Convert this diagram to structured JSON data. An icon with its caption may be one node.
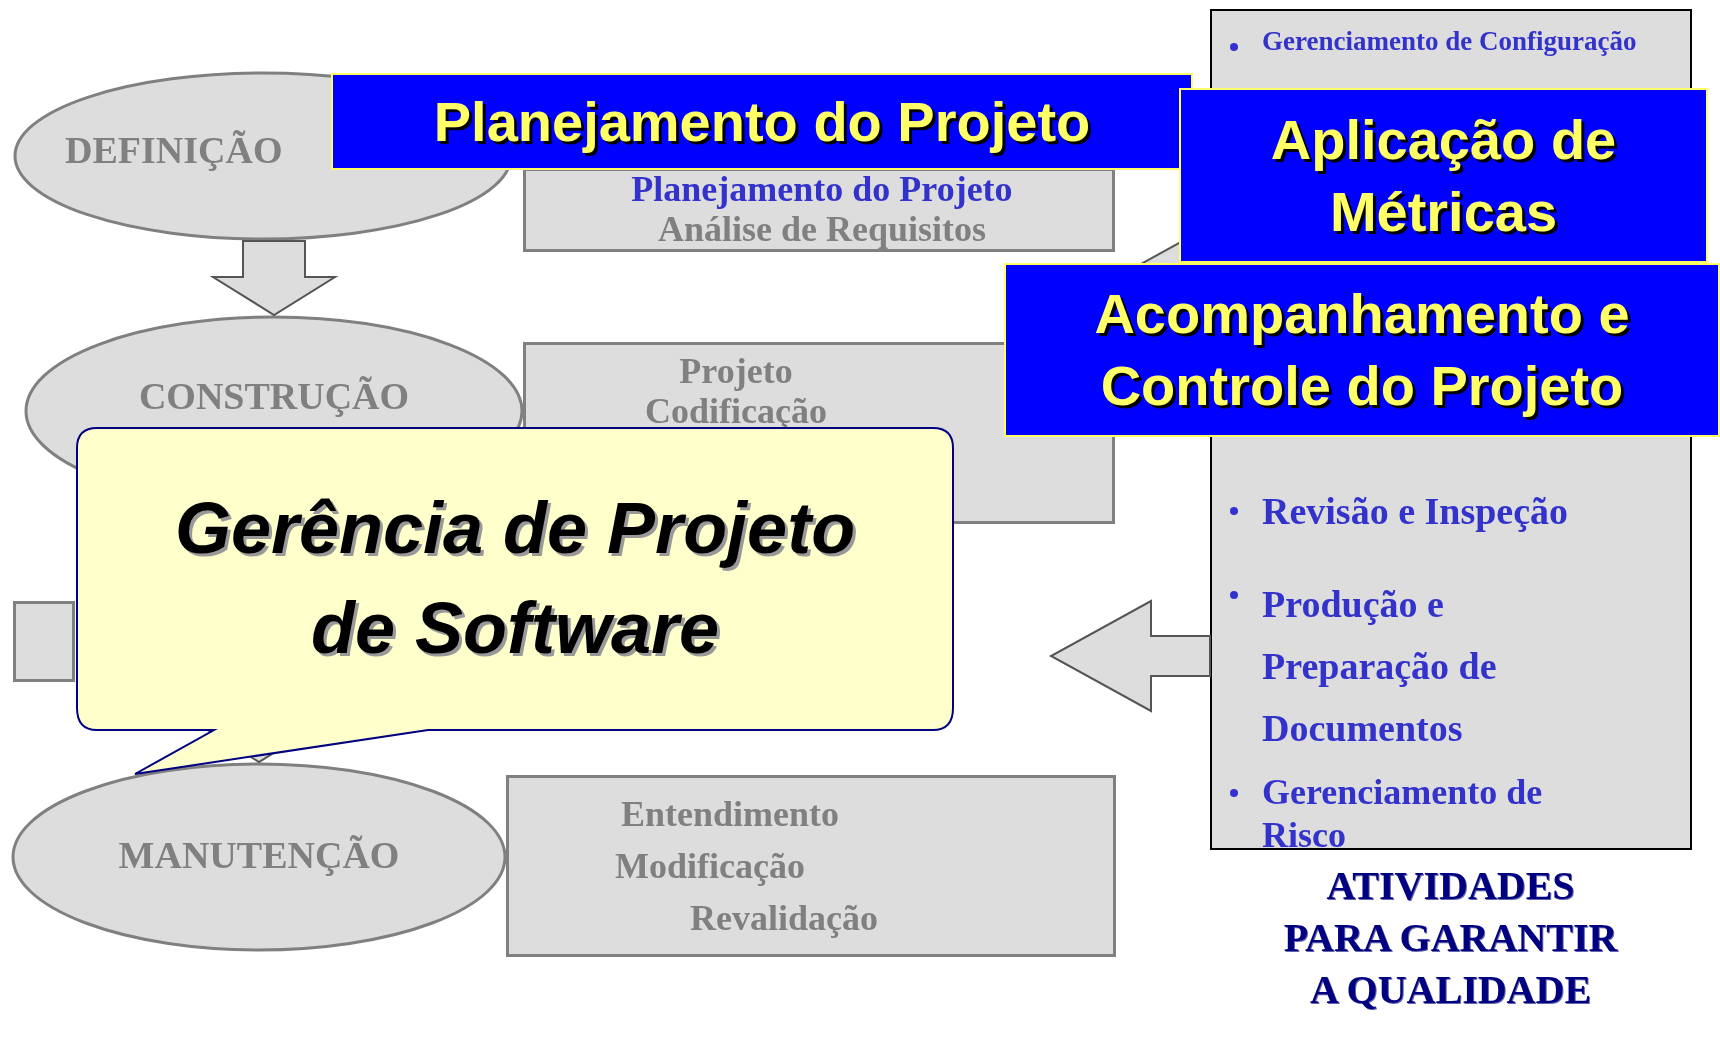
{
  "diagram": {
    "nodes": [
      {
        "text": [
          "DEFINIÇÃO"
        ]
      },
      {
        "text": [
          "Planejamento do Projeto",
          "Análise de Requisitos"
        ]
      },
      {
        "text": [
          "Gerenciamento de Configuração",
          "Revisão e Inspeção",
          "Produção e Preparação de Documentos",
          "Gerenciamento de Risco"
        ],
        "beside": [
          "ATIVIDADES PARA GARANTIR A QUALIDADE"
        ]
      },
      {
        "text": [
          "Planejamento do Projeto"
        ]
      },
      {
        "text": [
          "Aplicação de Métricas"
        ]
      },
      {
        "text": [
          "Acompanhamento e Controle do Projeto"
        ]
      },
      {
        "text": [
          "CONSTRUÇÃO"
        ]
      },
      {
        "text": [
          "Projeto",
          "Codificação"
        ]
      },
      {
        "text": [],
        "shape": "box"
      },
      {
        "text": [
          "Gerência de Projeto de Software"
        ]
      },
      {
        "text": [
          "MANUTENÇÃO"
        ]
      },
      {
        "text": [
          "Entendimento",
          "Modificação",
          "Revalidação"
        ]
      }
    ],
    "edges": [
      {
        "from": 0,
        "to": 6,
        "arrow": "to"
      },
      {
        "from": 6,
        "to": 10,
        "arrow": "to"
      },
      {
        "from": 2,
        "to": null,
        "arrow": "to"
      },
      {
        "from": 2,
        "to": null,
        "arrow": "to"
      }
    ]
  }
}
